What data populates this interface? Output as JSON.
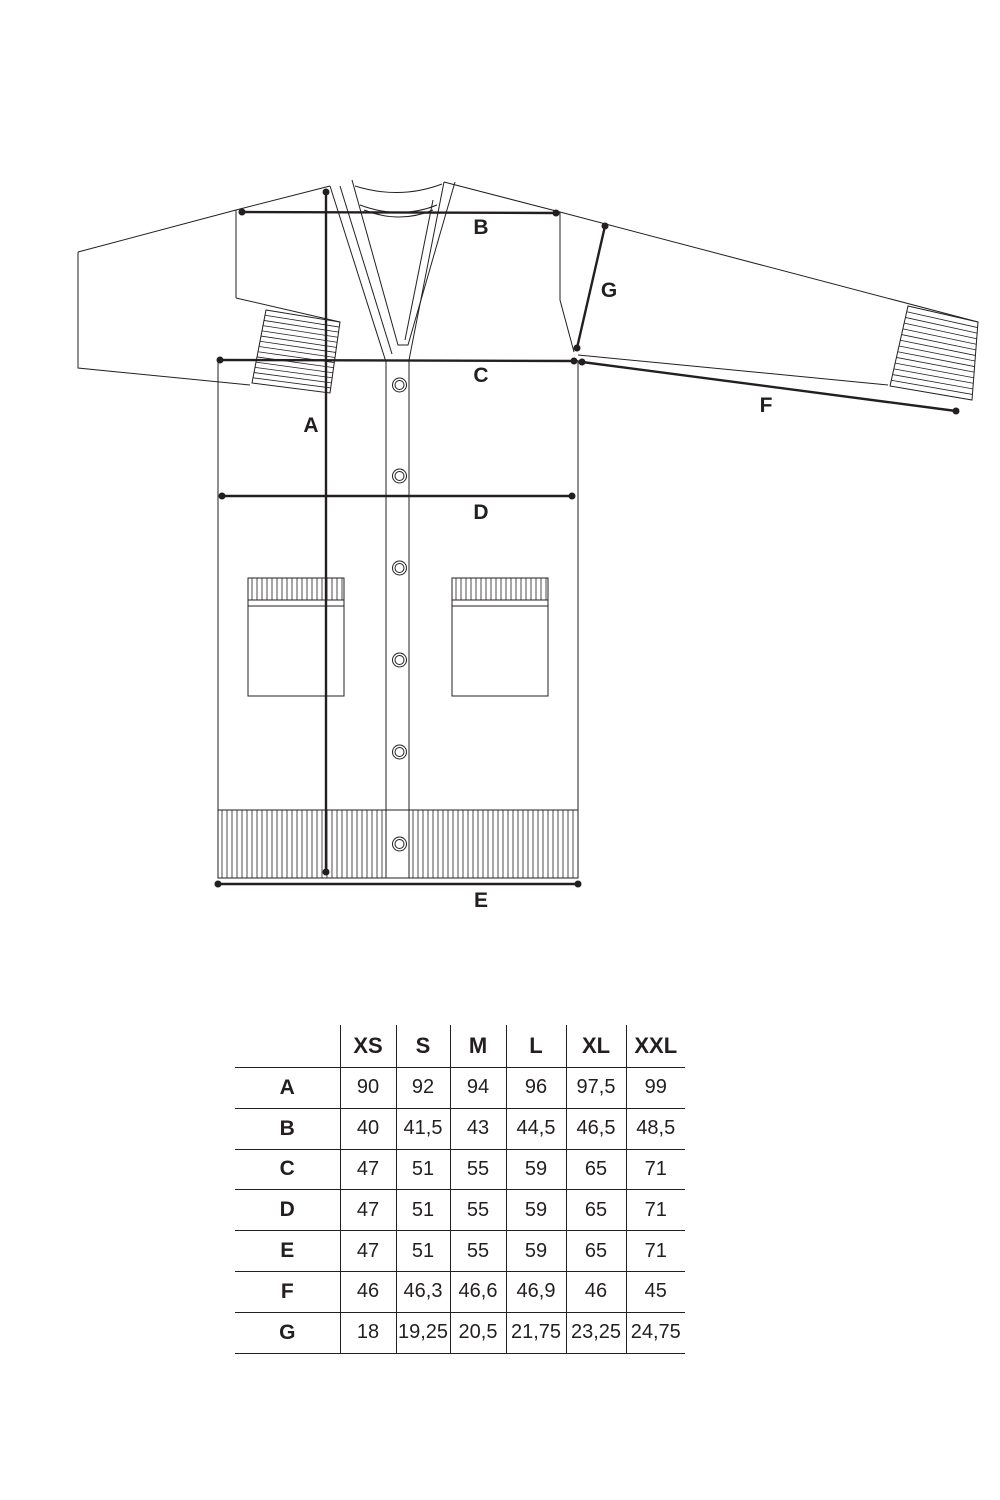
{
  "diagram": {
    "labels": [
      "A",
      "B",
      "C",
      "D",
      "E",
      "F",
      "G"
    ]
  },
  "table": {
    "headers": [
      "XS",
      "S",
      "M",
      "L",
      "XL",
      "XXL"
    ],
    "rows": [
      {
        "label": "A",
        "values": [
          "90",
          "92",
          "94",
          "96",
          "97,5",
          "99"
        ]
      },
      {
        "label": "B",
        "values": [
          "40",
          "41,5",
          "43",
          "44,5",
          "46,5",
          "48,5"
        ]
      },
      {
        "label": "C",
        "values": [
          "47",
          "51",
          "55",
          "59",
          "65",
          "71"
        ]
      },
      {
        "label": "D",
        "values": [
          "47",
          "51",
          "55",
          "59",
          "65",
          "71"
        ]
      },
      {
        "label": "E",
        "values": [
          "47",
          "51",
          "55",
          "59",
          "65",
          "71"
        ]
      },
      {
        "label": "F",
        "values": [
          "46",
          "46,3",
          "46,6",
          "46,9",
          "46",
          "45"
        ]
      },
      {
        "label": "G",
        "values": [
          "18",
          "19,25",
          "20,5",
          "21,75",
          "23,25",
          "24,75"
        ]
      }
    ]
  }
}
